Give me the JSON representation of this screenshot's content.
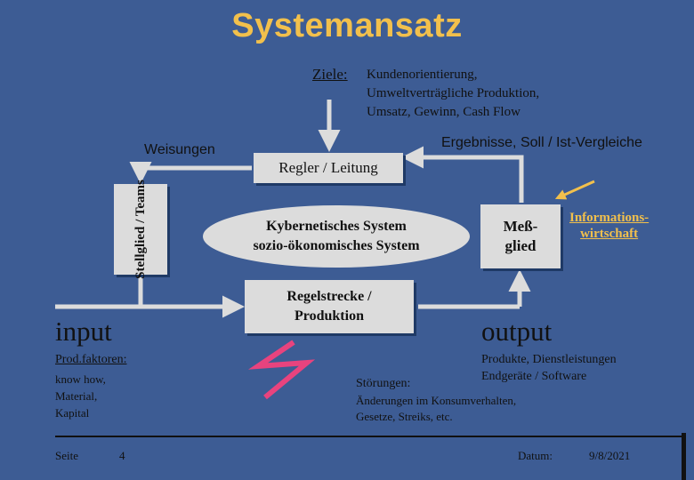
{
  "title": "Systemansatz",
  "ziele": {
    "label": "Ziele:",
    "lines": [
      "Kundenorientierung,",
      "Umweltverträgliche Produktion,",
      "Umsatz, Gewinn, Cash Flow"
    ]
  },
  "weisungen": "Weisungen",
  "ergebnisse": "Ergebnisse, Soll / Ist-Vergleiche",
  "regler": "Regler / Leitung",
  "stellglied": "Stellglied / Teams",
  "system": {
    "line1": "Kybernetisches System",
    "line2": "sozio-ökonomisches System"
  },
  "messglied": {
    "line1": "Meß-",
    "line2": "glied"
  },
  "informationswirtschaft": {
    "line1": "Informations-",
    "line2": "wirtschaft"
  },
  "regelstrecke": {
    "line1": "Regelstrecke /",
    "line2": "Produktion"
  },
  "input": {
    "label": "input",
    "subtitle": "Prod.faktoren:",
    "lines": [
      "know how,",
      "Material,",
      "Kapital"
    ]
  },
  "output": {
    "label": "output",
    "lines": [
      "Produkte, Dienstleistungen",
      "Endgeräte / Software"
    ]
  },
  "stoerungen": {
    "label": "Störungen:",
    "lines": [
      "Änderungen im Konsumverhalten,",
      "Gesetze, Streiks, etc."
    ]
  },
  "footer": {
    "seite_label": "Seite",
    "seite_value": "4",
    "datum_label": "Datum:",
    "datum_value": "9/8/2021"
  },
  "colors": {
    "background": "#3d5c94",
    "title": "#f2c04c",
    "box": "#dcdcdc",
    "arrows": "#dcdcdc",
    "lightning": "#e8437e",
    "highlight": "#f2c04c"
  }
}
